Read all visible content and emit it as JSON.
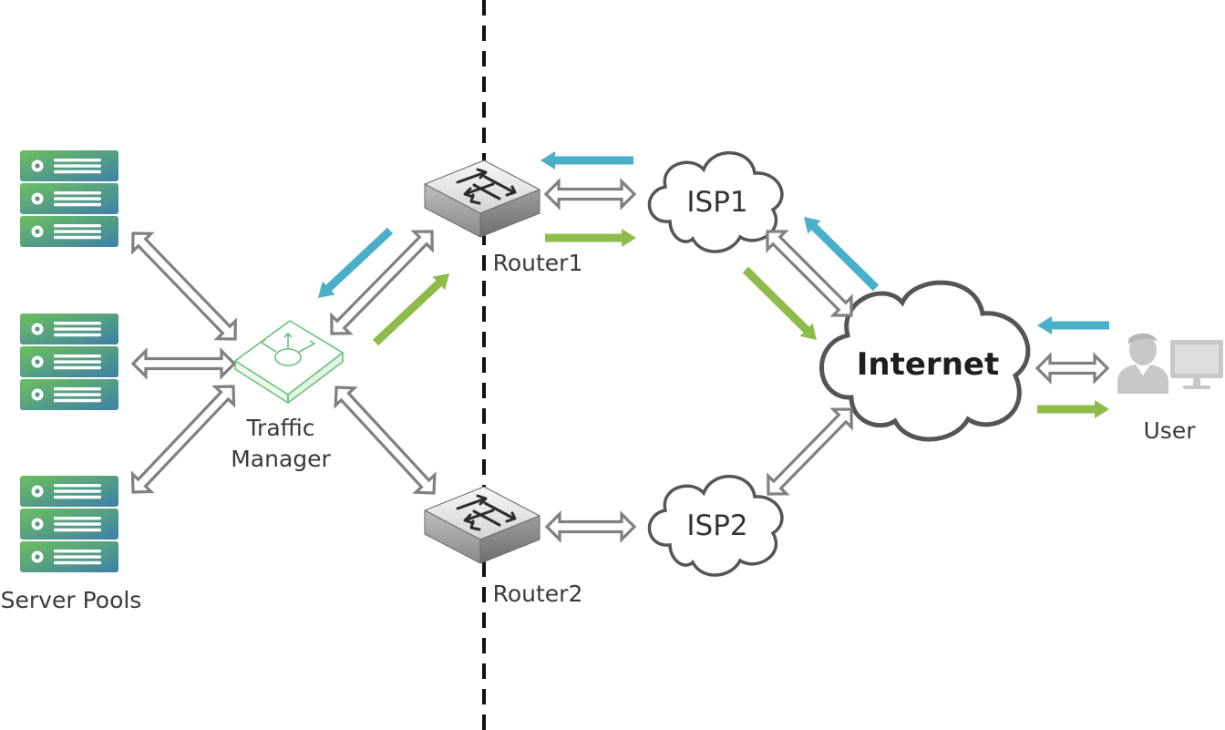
{
  "labels": {
    "server_pools": "Server Pools",
    "traffic_manager_line1": "Traffic",
    "traffic_manager_line2": "Manager",
    "router1": "Router1",
    "router2": "Router2",
    "isp1": "ISP1",
    "isp2": "ISP2",
    "internet": "Internet",
    "user": "User"
  },
  "colors": {
    "request_flow": "#4aafc9",
    "response_flow": "#8fbb4a",
    "link_outline": "#808080",
    "cloud_outline": "#555555",
    "boundary_line": "#111111",
    "server_gradient_start": "#6bbf5e",
    "server_gradient_end": "#3f80a8",
    "traffic_manager_outline": "#66c27a",
    "user_icon": "#c8c8c8"
  },
  "icons": {
    "server_pool": "server-rack-icon",
    "traffic_manager": "load-balancer-icon",
    "router": "network-switch-icon",
    "isp": "cloud-icon",
    "internet": "cloud-icon",
    "user": "user-at-computer-icon"
  }
}
